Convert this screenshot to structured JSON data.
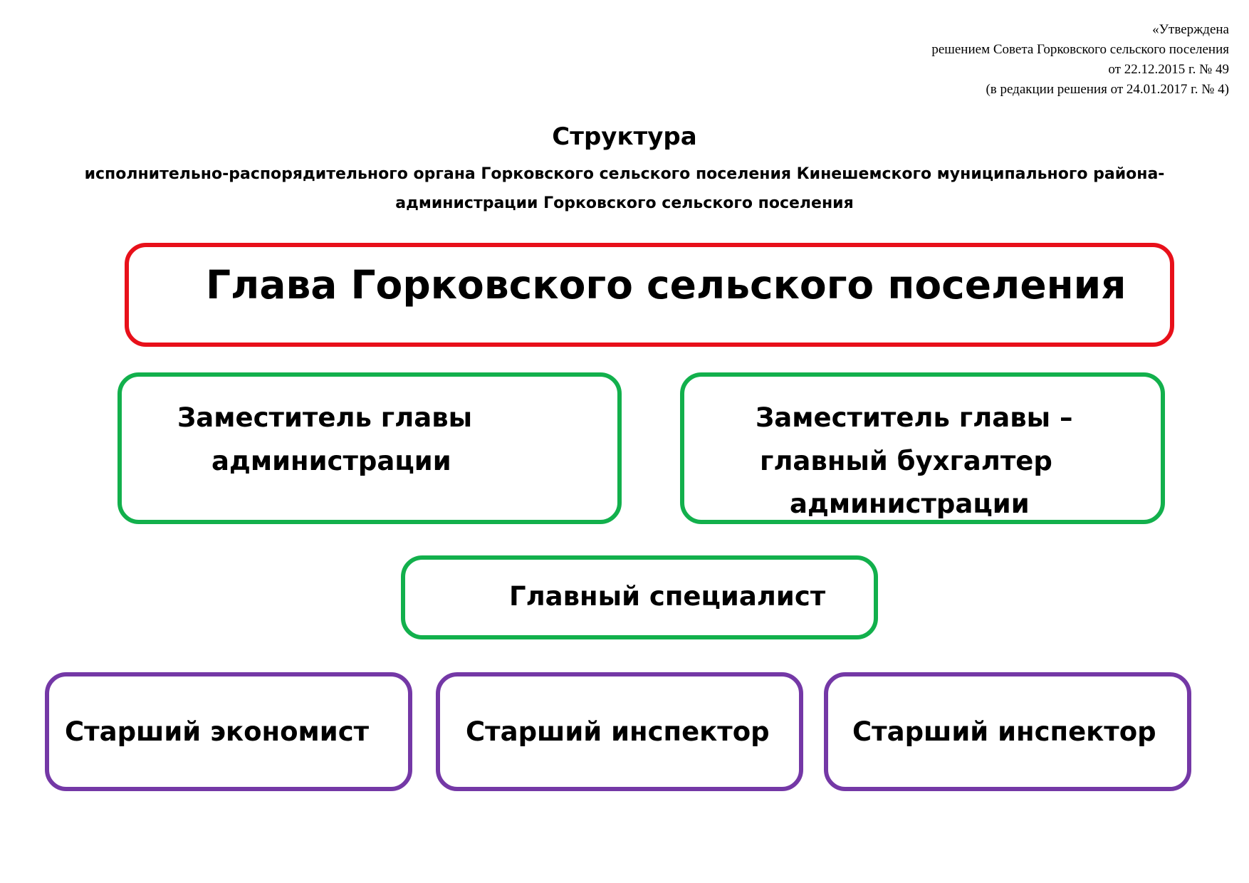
{
  "approval": {
    "line1": "«Утверждена",
    "line2": "решением Совета Горковского сельского поселения",
    "line3": "от 22.12.2015 г. № 49",
    "line4": "(в редакции решения от 24.01.2017 г. № 4)"
  },
  "title": {
    "main": "Структура",
    "line1": "исполнительно-распорядительного органа Горковского сельского поселения Кинешемского муниципального района-",
    "line2": "администрации Горковского сельского поселения"
  },
  "boxes": {
    "head": {
      "label": "Глава Горковского сельского поселения",
      "color": "#e8101a"
    },
    "deputy": {
      "line1": "Заместитель главы",
      "line2": "администрации",
      "color": "#12b04c"
    },
    "deputy_accountant": {
      "line1": "Заместитель главы –",
      "line2": "главный бухгалтер",
      "line3": "администрации",
      "color": "#12b04c"
    },
    "chief_specialist": {
      "label": "Главный специалист",
      "color": "#12b04c"
    },
    "senior_economist": {
      "label": "Старший экономист",
      "color": "#7438a6"
    },
    "senior_inspector_1": {
      "label": "Старший инспектор",
      "color": "#7438a6"
    },
    "senior_inspector_2": {
      "label": "Старший инспектор",
      "color": "#7438a6"
    }
  }
}
